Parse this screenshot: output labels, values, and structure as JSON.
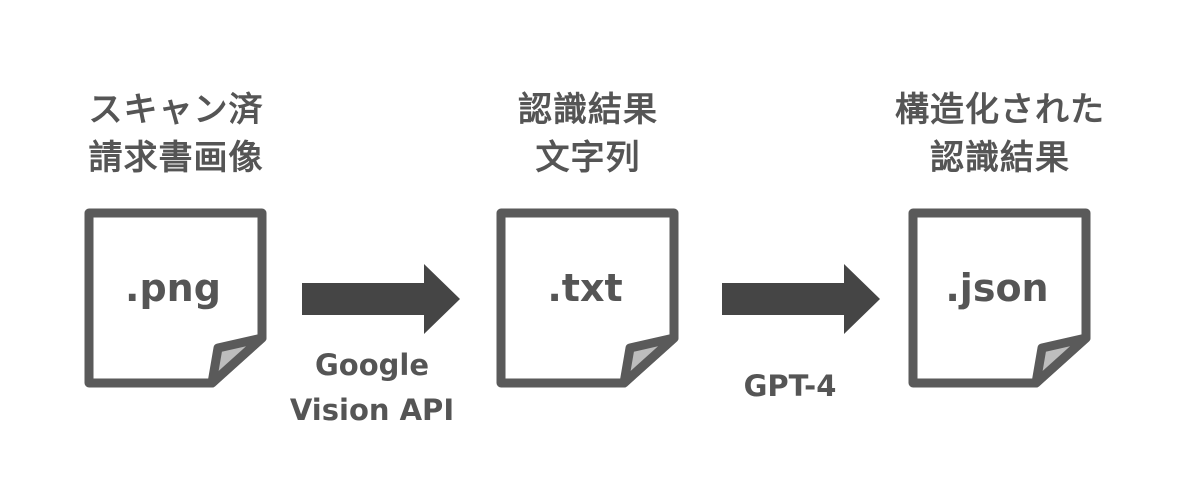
{
  "stages": [
    {
      "title_lines": [
        "スキャン済",
        "請求書画像"
      ],
      "extension": ".png",
      "icon": "document-icon"
    },
    {
      "title_lines": [
        "認識結果",
        "文字列"
      ],
      "extension": ".txt",
      "icon": "document-icon"
    },
    {
      "title_lines": [
        "構造化された",
        "認識結果"
      ],
      "extension": ".json",
      "icon": "document-icon"
    }
  ],
  "transitions": [
    {
      "label_lines": [
        "Google",
        "Vision API"
      ],
      "icon": "right-arrow-icon"
    },
    {
      "label_lines": [
        "GPT-4"
      ],
      "icon": "right-arrow-icon"
    }
  ],
  "colors": {
    "stroke": "#5a5a5a",
    "fold_fill": "#bdbdbd",
    "arrow": "#454545",
    "text": "#555555",
    "background": "#ffffff"
  }
}
